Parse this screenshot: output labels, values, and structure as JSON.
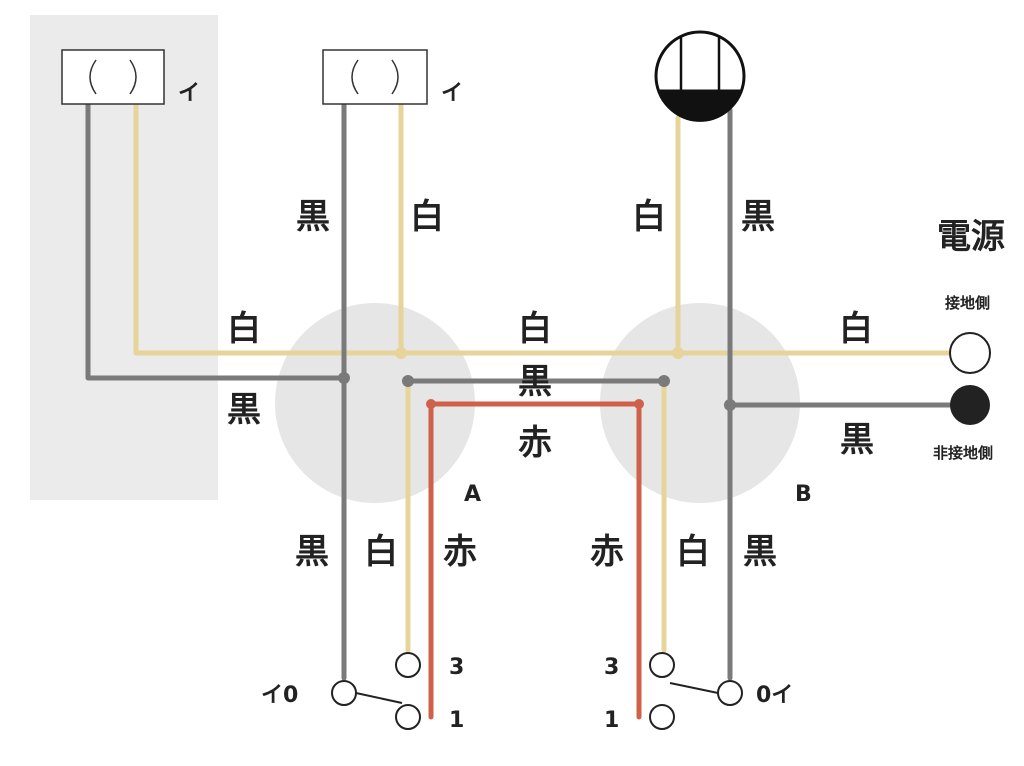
{
  "colors": {
    "black_wire": "#7a7a7a",
    "white_wire": "#e6d49a",
    "red_wire": "#d0604a",
    "box_fill": "#ebebeb",
    "junction_fill": "#e6e6e6"
  },
  "power": {
    "title": "電源",
    "grounded_label": "接地側",
    "ungrounded_label": "非接地側"
  },
  "lights": {
    "left_label": "イ",
    "middle_label": "イ"
  },
  "junctions": {
    "a_label": "A",
    "b_label": "B"
  },
  "wire_labels": {
    "black": "黒",
    "white": "白",
    "red": "赤"
  },
  "switch_a": {
    "common_label": "イ0",
    "t3": "3",
    "t1": "1"
  },
  "switch_b": {
    "common_label": "0イ",
    "t3": "3",
    "t1": "1"
  }
}
